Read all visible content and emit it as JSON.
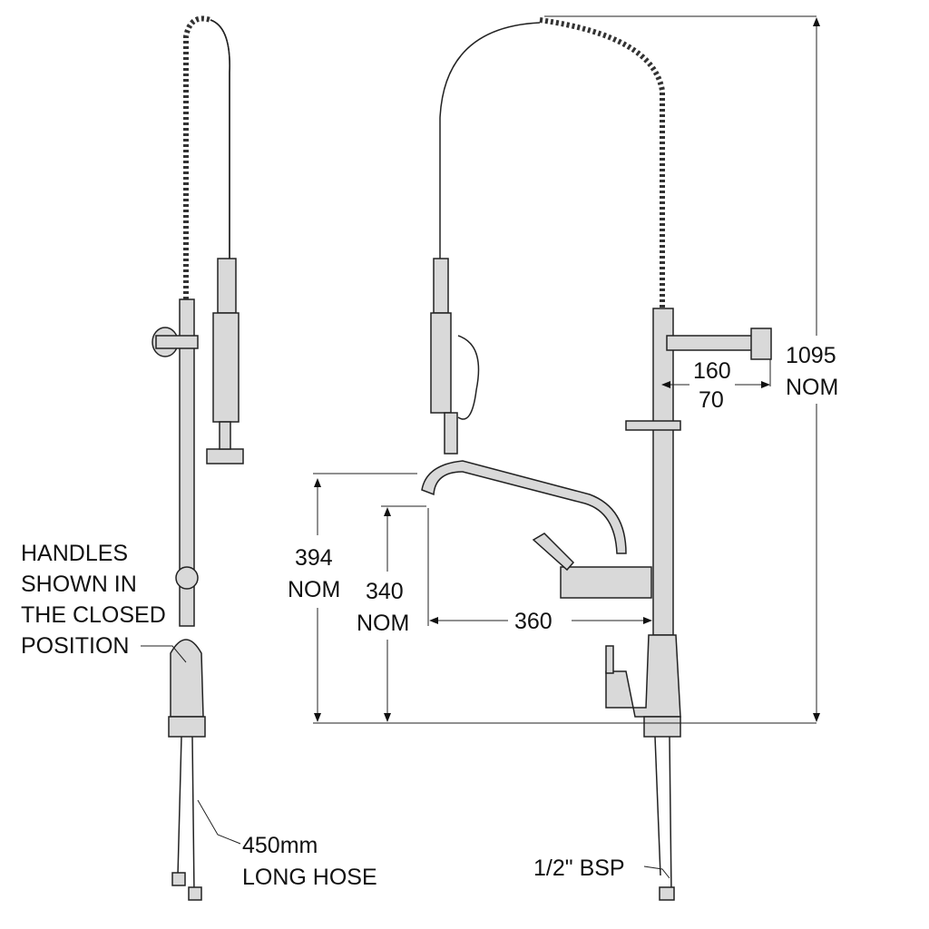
{
  "labels": {
    "handles": [
      "HANDLES",
      "SHOWN IN",
      "THE CLOSED",
      "POSITION"
    ],
    "hose": [
      "450mm",
      "LONG HOSE"
    ],
    "bsp": "1/2\" BSP",
    "dim_394": [
      "394",
      "NOM"
    ],
    "dim_340": [
      "340",
      "NOM"
    ],
    "dim_360": "360",
    "dim_160": "160",
    "dim_70": "70",
    "dim_1095": [
      "1095",
      "NOM"
    ]
  }
}
